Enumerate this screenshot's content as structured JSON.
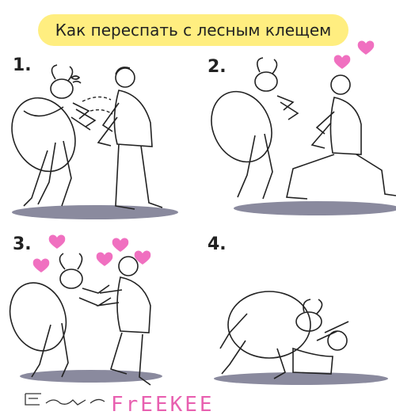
{
  "title": "Как переспать с лесным клещем",
  "steps": [
    {
      "number": "1."
    },
    {
      "number": "2."
    },
    {
      "number": "3."
    },
    {
      "number": "4."
    }
  ],
  "credit": "FrEEKEE",
  "colors": {
    "title_bg": "#ffee80",
    "heart": "#f070c0",
    "shadow": "#8a8a9e",
    "ink": "#222222",
    "credit": "#e860b0"
  },
  "icons": [
    "heart-icon",
    "tick-figure",
    "man-figure",
    "shadow",
    "signature"
  ]
}
